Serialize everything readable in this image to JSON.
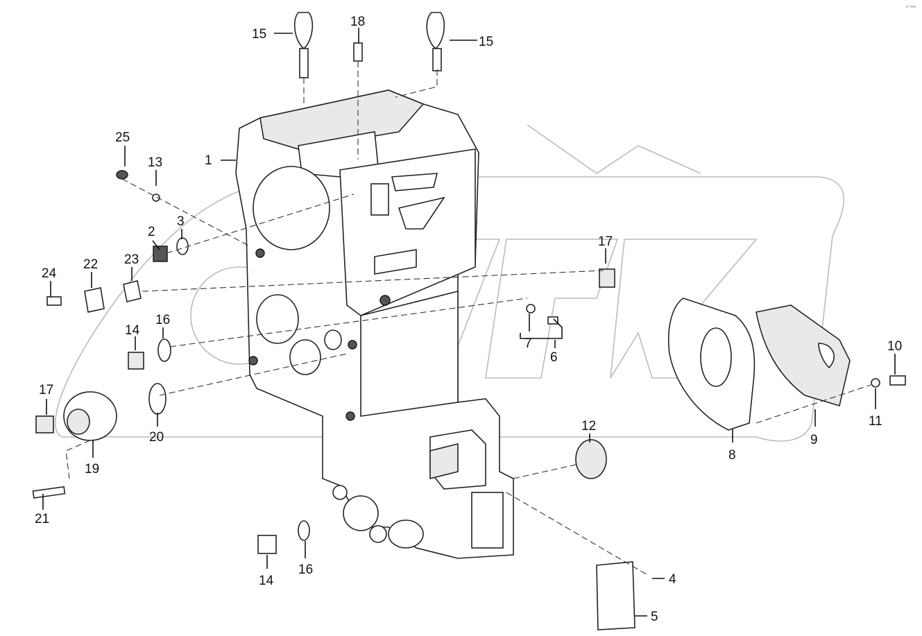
{
  "diagram": {
    "corner_mark": "a° eee",
    "callouts": [
      {
        "id": "c1",
        "text": "1"
      },
      {
        "id": "c2",
        "text": "2"
      },
      {
        "id": "c3",
        "text": "3"
      },
      {
        "id": "c4",
        "text": "4"
      },
      {
        "id": "c5",
        "text": "5"
      },
      {
        "id": "c6",
        "text": "6"
      },
      {
        "id": "c7",
        "text": "7"
      },
      {
        "id": "c8",
        "text": "8"
      },
      {
        "id": "c9",
        "text": "9"
      },
      {
        "id": "c10",
        "text": "10"
      },
      {
        "id": "c11",
        "text": "11"
      },
      {
        "id": "c12",
        "text": "12"
      },
      {
        "id": "c13",
        "text": "13"
      },
      {
        "id": "c14a",
        "text": "14"
      },
      {
        "id": "c14b",
        "text": "14"
      },
      {
        "id": "c15a",
        "text": "15"
      },
      {
        "id": "c15b",
        "text": "15"
      },
      {
        "id": "c16a",
        "text": "16"
      },
      {
        "id": "c16b",
        "text": "16"
      },
      {
        "id": "c17a",
        "text": "17"
      },
      {
        "id": "c17b",
        "text": "17"
      },
      {
        "id": "c18",
        "text": "18"
      },
      {
        "id": "c19",
        "text": "19"
      },
      {
        "id": "c20",
        "text": "20"
      },
      {
        "id": "c21",
        "text": "21"
      },
      {
        "id": "c22",
        "text": "22"
      },
      {
        "id": "c23",
        "text": "23"
      },
      {
        "id": "c24",
        "text": "24"
      },
      {
        "id": "c25",
        "text": "25"
      }
    ]
  }
}
